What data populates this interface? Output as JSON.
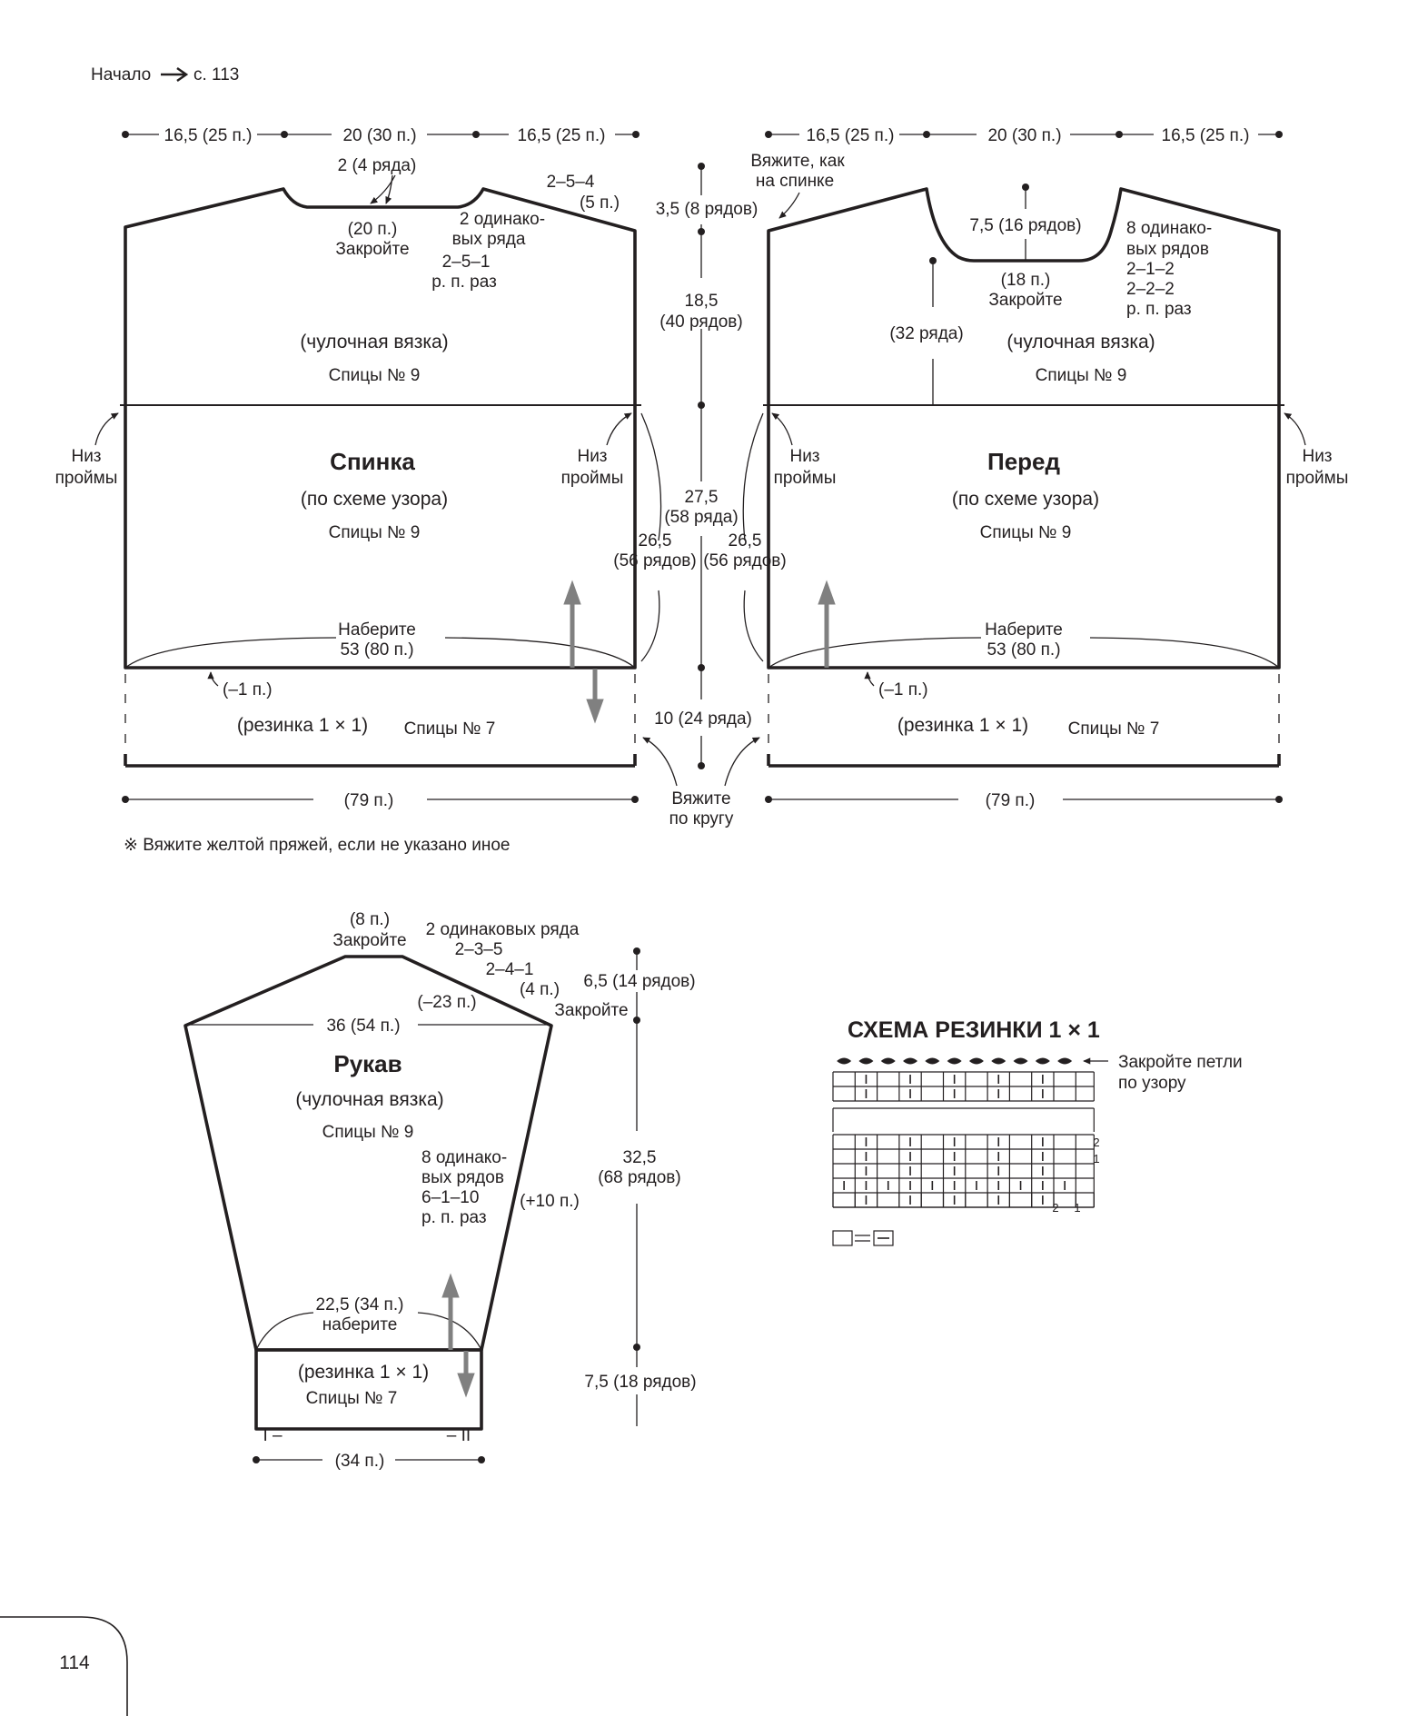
{
  "header": {
    "start_label": "Начало",
    "page_ref": "с. 113"
  },
  "page_number": "114",
  "note": "※ Вяжите желтой пряжей, если не указано иное",
  "back": {
    "title": "Спинка",
    "pattern": "(по схеме узора)",
    "needles_main": "Спицы № 9",
    "upper_stitch": "(чулочная вязка)",
    "upper_needles": "Спицы № 9",
    "top_widths": [
      "16,5 (25 п.)",
      "20 (30 п.)",
      "16,5 (25 п.)"
    ],
    "neck_depth": "2 (4 ряда)",
    "neck_bind": [
      "(20 п.)",
      "Закройте"
    ],
    "neck_shaping": [
      "2 одинако-",
      "вых ряда",
      "2–5–1",
      "р. п. раз"
    ],
    "shoulder_shaping": [
      "2–5–4",
      "(5 п.)"
    ],
    "armhole": [
      "Низ",
      "проймы"
    ],
    "armhole_right": [
      "Низ",
      "проймы"
    ],
    "cast_on": [
      "Наберите",
      "53 (80 п.)"
    ],
    "decrease": "(–1 п.)",
    "rib": "(резинка 1 × 1)",
    "rib_needles": "Спицы № 7",
    "bottom_width": "(79 п.)"
  },
  "front": {
    "title": "Перед",
    "pattern": "(по схеме узора)",
    "needles_main": "Спицы № 9",
    "upper_stitch": "(чулочная вязка)",
    "upper_needles": "Спицы № 9",
    "top_widths": [
      "16,5 (25 п.)",
      "20 (30 п.)",
      "16,5 (25 п.)"
    ],
    "same_as_back": [
      "Вяжите, как",
      "на спинке"
    ],
    "neck_depth": "7,5 (16 рядов)",
    "neck_bind": [
      "(18 п.)",
      "Закройте"
    ],
    "neck_shaping": [
      "8 одинако-",
      "вых рядов",
      "2–1–2",
      "2–2–2",
      "р. п. раз"
    ],
    "neck_rows": "(32 ряда)",
    "armhole_left": [
      "Низ",
      "проймы"
    ],
    "armhole_right": [
      "Низ",
      "проймы"
    ],
    "cast_on": [
      "Наберите",
      "53 (80 п.)"
    ],
    "decrease": "(–1 п.)",
    "rib": "(резинка 1 × 1)",
    "rib_needles": "Спицы № 7",
    "bottom_width": "(79 п.)"
  },
  "middle": {
    "shoulder": "3,5 (8 рядов)",
    "armhole": [
      "18,5",
      "(40 рядов)"
    ],
    "body": [
      "27,5",
      "(58 ряда)"
    ],
    "side_left": [
      "26,5",
      "(56 рядов)"
    ],
    "side_right": [
      "26,5",
      "(56 рядов)"
    ],
    "rib": "10 (24 ряда)",
    "round": [
      "Вяжите",
      "по кругу"
    ]
  },
  "sleeve": {
    "title": "Рукав",
    "stitch": "(чулочная вязка)",
    "needles": "Спицы № 9",
    "cap_bind": [
      "(8 п.)",
      "Закройте"
    ],
    "cap_shaping": [
      "2 одинаковых ряда",
      "2–3–5",
      "2–4–1"
    ],
    "cap_side_bind": [
      "(4 п.)",
      "Закройте"
    ],
    "cap_decrease": "(–23 п.)",
    "width_top": "36 (54 п.)",
    "cap_height": "6,5 (14 рядов)",
    "length": [
      "32,5",
      "(68 рядов)"
    ],
    "side_shaping": [
      "8 одинако-",
      "вых рядов",
      "6–1–10",
      "р. п. раз"
    ],
    "increase": "(+10 п.)",
    "cast_on": [
      "22,5 (34 п.)",
      "наберите"
    ],
    "rib": "(резинка 1 × 1)",
    "rib_needles": "Спицы № 7",
    "rib_height": "7,5 (18 рядов)",
    "cuff_marks": [
      "I –",
      "– II"
    ],
    "bottom_width": "(34 п.)"
  },
  "chart": {
    "title": "СХЕМА РЕЗИНКИ 1 × 1",
    "bind_note": [
      "Закройте петли",
      "по узору"
    ],
    "row_numbers": [
      "2",
      "1"
    ],
    "col_numbers": [
      "2",
      "1"
    ]
  }
}
